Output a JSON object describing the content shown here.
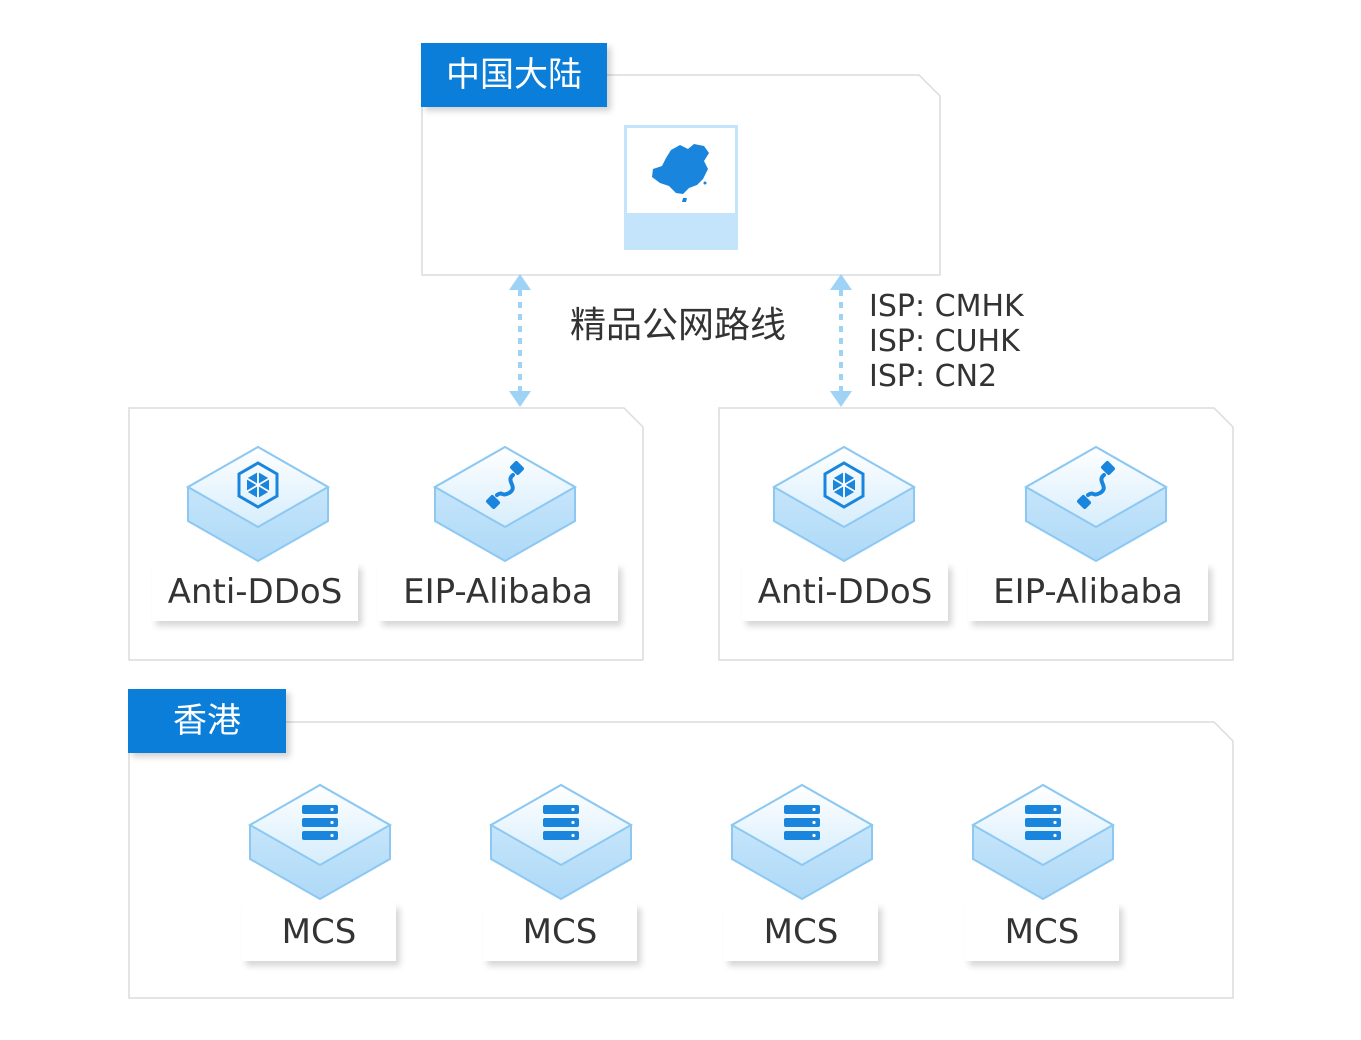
{
  "region_top": {
    "tag": "中国大陆",
    "icon": "china-map-icon"
  },
  "route_label": "精品公网路线",
  "isp_lines": [
    "ISP: CMHK",
    "ISP: CUHK",
    "ISP: CN2"
  ],
  "edge_left": {
    "items": [
      {
        "label": "Anti-DDoS",
        "icon": "cube-shield-icon"
      },
      {
        "label": "EIP-Alibaba",
        "icon": "cable-link-icon"
      }
    ]
  },
  "edge_right": {
    "items": [
      {
        "label": "Anti-DDoS",
        "icon": "cube-shield-icon"
      },
      {
        "label": "EIP-Alibaba",
        "icon": "cable-link-icon"
      }
    ]
  },
  "region_bottom": {
    "tag": "香港",
    "items": [
      {
        "label": "MCS",
        "icon": "server-stack-icon"
      },
      {
        "label": "MCS",
        "icon": "server-stack-icon"
      },
      {
        "label": "MCS",
        "icon": "server-stack-icon"
      },
      {
        "label": "MCS",
        "icon": "server-stack-icon"
      }
    ]
  },
  "colors": {
    "accent": "#0b7ed9",
    "light_blue": "#c8e6fb",
    "arrow": "#9ed3f5"
  }
}
